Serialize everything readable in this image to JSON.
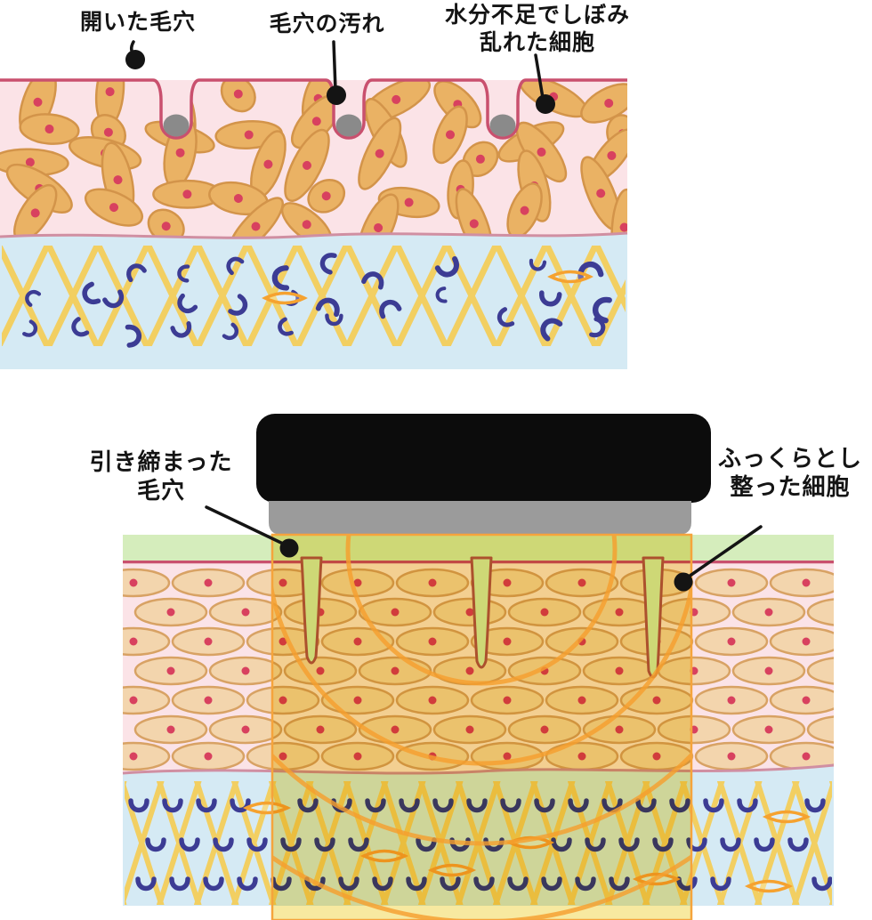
{
  "top_diagram": {
    "name": "before-skin-cross-section",
    "labels": {
      "open_pore": "開いた毛穴",
      "pore_dirt": "毛穴の汚れ",
      "dehydrated_line1": "水分不足でしぼみ",
      "dehydrated_line2": "乱れた細胞"
    }
  },
  "bottom_diagram": {
    "name": "after-skin-cross-section-with-device",
    "labels": {
      "tight_pore_line1": "引き締まった",
      "tight_pore_line2": "毛穴",
      "plump_line1": "ふっくらとし",
      "plump_line2": "整った細胞"
    }
  },
  "colors": {
    "skin_pink": "#fbe3e7",
    "surface_rose": "#c9506e",
    "wavy_rose": "#d08fa2",
    "cell_fill": "#eab264",
    "cell_stroke": "#d3944a",
    "nucleus": "#d8415f",
    "cell_fill_bottom": "#f3d5ad",
    "cell_stroke_bottom": "#d8a264",
    "dermis_blue": "#d5eaf4",
    "lattice_yellow": "#f2cf62",
    "elastin_navy": "#3c3c94",
    "fibro_orange": "#f5a230",
    "pore_dirt_gray": "#8a8a8a",
    "device_black": "#0c0c0c",
    "device_gray": "#9b9b9b",
    "gel_green": "#d5edbc",
    "pore_wall": "#b25848",
    "overlay_yellow": "#f7e9a0",
    "zone_border": "#f5a43c",
    "wave_orange": "#f59f2e",
    "label_ink": "#141414"
  }
}
